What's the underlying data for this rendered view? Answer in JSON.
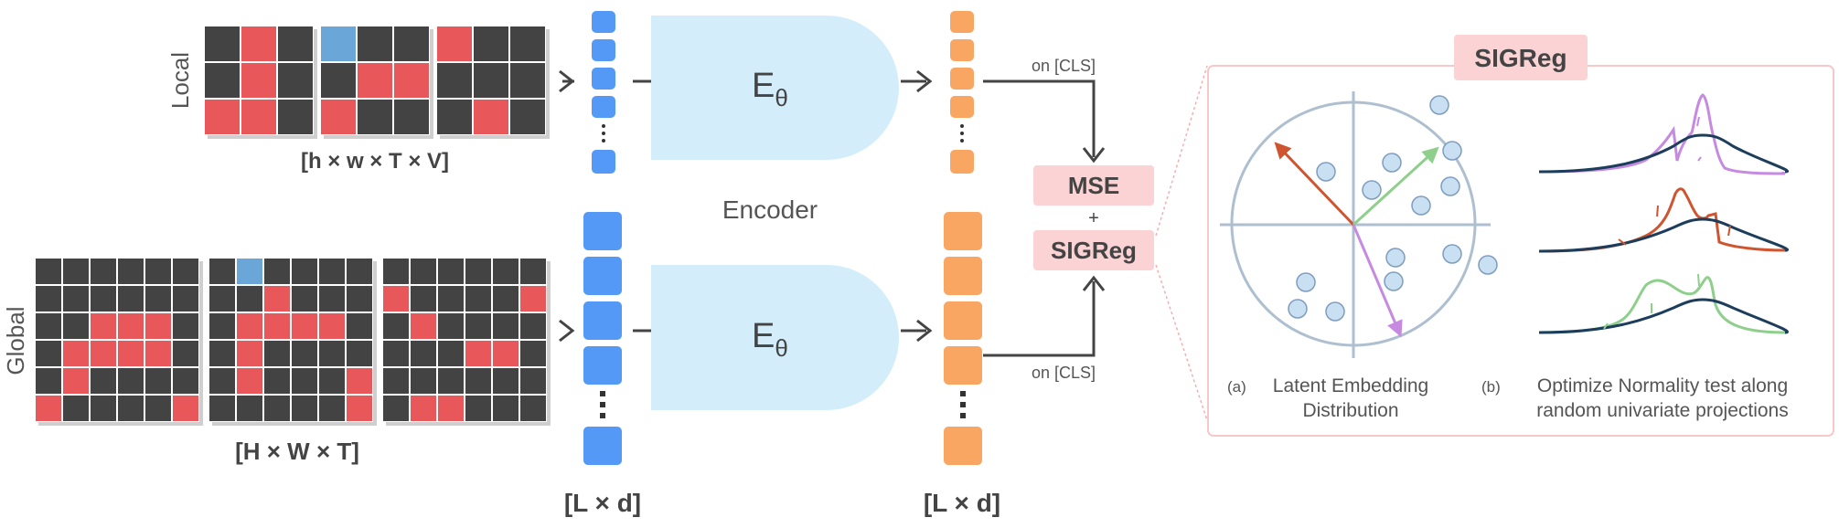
{
  "labels": {
    "local": "Local",
    "global": "Global",
    "local_shape": "[h × w × T × V]",
    "global_shape": "[H × W × T]",
    "encoder": "Encoder",
    "encoder_symbol": "E",
    "encoder_subscript": "θ",
    "token_shape_blue": "[L × d]",
    "token_shape_orange": "[L × d]",
    "on_cls_top": "on [CLS]",
    "on_cls_bottom": "on [CLS]",
    "mse": "MSE",
    "plus": "+",
    "sigreg_loss": "SIGReg"
  },
  "panel": {
    "title": "SIGReg",
    "caption_a_marker": "(a)",
    "caption_a_line1": "Latent Embedding",
    "caption_a_line2": "Distribution",
    "caption_b_marker": "(b)",
    "caption_b_line1": "Optimize Normality test along",
    "caption_b_line2": "random univariate projections"
  },
  "colors": {
    "blue_token": "#5399f5",
    "orange_token": "#f8a662",
    "encoder_fill": "#d3eefa",
    "loss_box": "#fbd3d4",
    "dark_tile": "#434343",
    "red_tile": "#e8575a",
    "panel_border": "#f7c8c9",
    "circle_stroke": "#aebfd0",
    "dot_fill": "#c9dff2",
    "arrow_red": "#cf5530",
    "arrow_green": "#8ecf8c",
    "arrow_purple": "#c68be0",
    "gauss_navy": "#1c3d5c"
  }
}
